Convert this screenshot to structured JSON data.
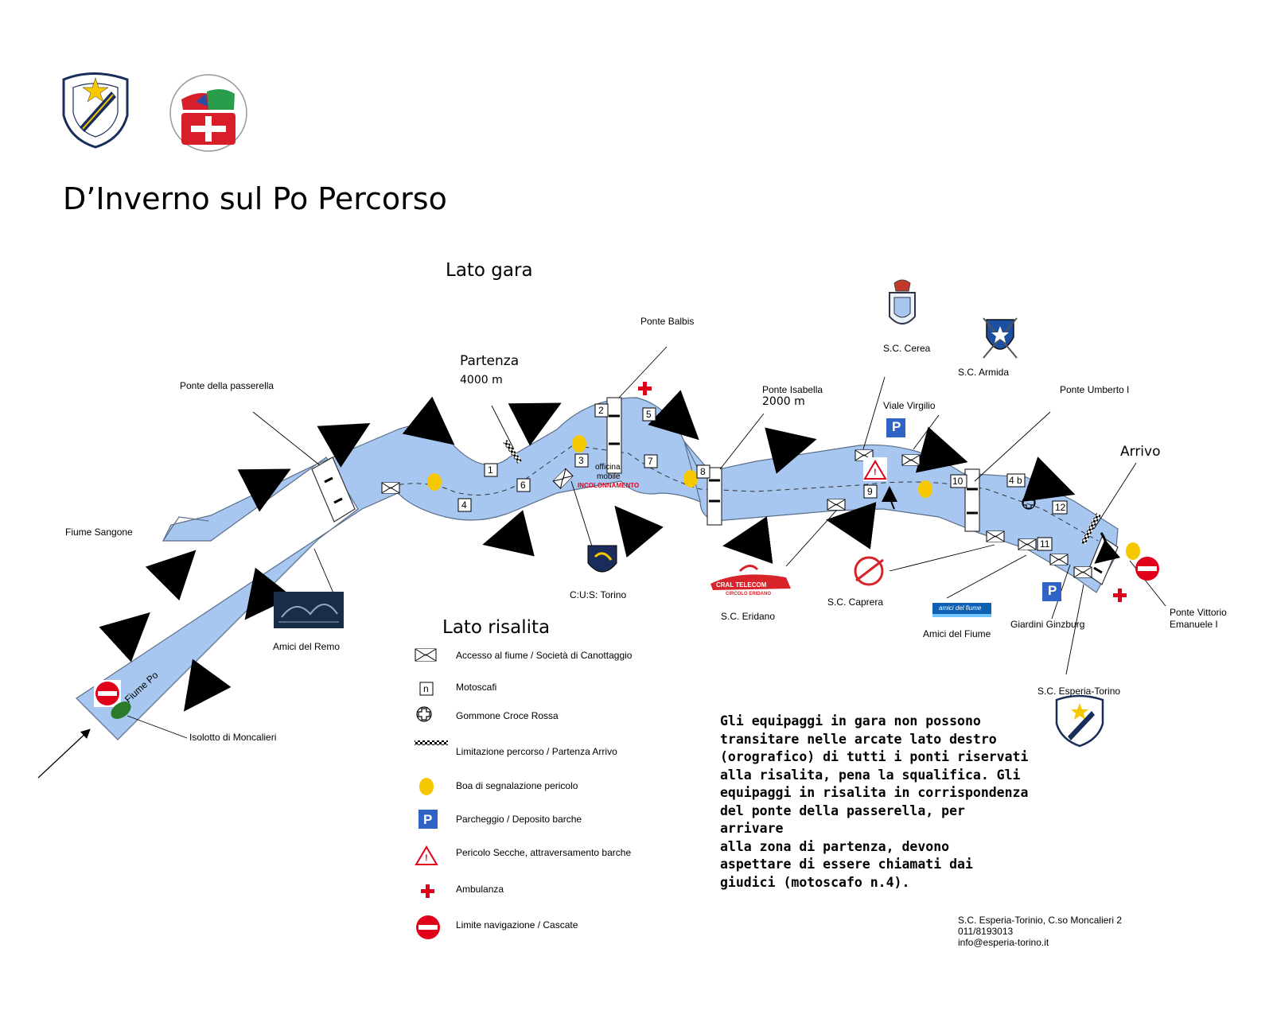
{
  "title": "D’Inverno sul Po Percorso",
  "sections": {
    "race_side": "Lato gara",
    "return_side": "Lato risalita"
  },
  "start": {
    "label": "Partenza",
    "distance": "4000 m"
  },
  "finish": {
    "label": "Arrivo"
  },
  "labels": {
    "ponte_passerella": "Ponte della passerella",
    "ponte_balbis": "Ponte Balbis",
    "ponte_isabella": "Ponte Isabella",
    "ponte_isabella_dist": "2000 m",
    "ponte_umberto": "Ponte Umberto I",
    "ponte_vittorio_1": "Ponte Vittorio",
    "ponte_vittorio_2": "Emanuele I",
    "fiume_sangone": "Fiume Sangone",
    "fiume_po": "Fiume Po",
    "isolotto": "Isolotto di Moncalieri",
    "amici_remo": "Amici del Remo",
    "cus_torino": "C:U:S: Torino",
    "sc_eridano": "S.C. Eridano",
    "sc_caprera": "S.C. Caprera",
    "amici_fiume": "Amici del Fiume",
    "giardini": "Giardini Ginzburg",
    "sc_esperia": "S.C. Esperia-Torino",
    "sc_cerea": "S.C. Cerea",
    "sc_armida": "S.C. Armida",
    "viale_virgilio": "Viale Virgilio",
    "officina_1": "officina",
    "officina_2": "mobile",
    "incolonnamento": "INCOLONNAMENTO",
    "cral": "CRAL TELECOM",
    "cral_sub": "CIRCOLO ERIDANO",
    "amici_fiume_logo": "amici del fiume"
  },
  "motorboats": [
    "1",
    "2",
    "3",
    "4",
    "5",
    "6",
    "7",
    "8",
    "9",
    "10",
    "4 b",
    "11",
    "12"
  ],
  "legend": [
    {
      "icon": "envelope-icon",
      "label": "Accesso al fiume / Società di Canottaggio"
    },
    {
      "icon": "motorboat-icon",
      "label": "Motoscafi"
    },
    {
      "icon": "red-cross-dinghy-icon",
      "label": "Gommone Croce Rossa"
    },
    {
      "icon": "checkered-line-icon",
      "label": "Limitazione percorso / Partenza Arrivo"
    },
    {
      "icon": "buoy-icon",
      "label": "Boa di segnalazione pericolo"
    },
    {
      "icon": "parking-icon",
      "label": "Parcheggio / Deposito barche"
    },
    {
      "icon": "warning-icon",
      "label": "Pericolo Secche, attraversamento barche"
    },
    {
      "icon": "ambulance-icon",
      "label": "Ambulanza"
    },
    {
      "icon": "no-entry-icon",
      "label": "Limite navigazione / Cascate"
    }
  ],
  "legend_symbols": {
    "motorboat": "n",
    "parking": "P",
    "warning": "!"
  },
  "notice": "Gli equipaggi in gara non possono\ntransitare nelle arcate lato destro\n(orografico) di tutti i ponti riservati\nalla risalita, pena la squalifica. Gli\nequipaggi in risalita in corrispondenza\ndel ponte della passerella, per arrivare\nalla zona di partenza, devono\naspettare di essere chiamati dai\ngiudici (motoscafo n.4).",
  "contact": {
    "line1": "S.C. Esperia-Torinio, C.so Moncalieri 2",
    "line2": "011/8193013",
    "line3": "info@esperia-torino.it"
  },
  "colors": {
    "river": "#a7c7f0",
    "river_edge": "#5a6e8a",
    "buoy": "#f5c800",
    "parking": "#2f63c6",
    "danger": "#e0001a"
  }
}
